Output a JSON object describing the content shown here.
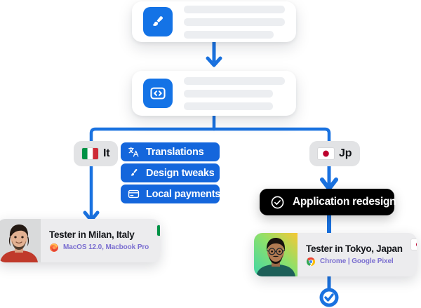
{
  "theme": {
    "accent_blue": "#1473e6",
    "wire_blue": "#1a72e0",
    "pill_blue": "#1466dc",
    "chip_grey": "#e2e3e5",
    "card_grey": "#ececee",
    "skeleton_grey": "#eceef1",
    "task_black": "#000000",
    "meta_purple": "#7b6fd0"
  },
  "flow": {
    "design_card": {
      "icon_name": "paintbrush-icon",
      "skeleton_rows": 3
    },
    "code_card": {
      "icon_name": "code-brackets-icon",
      "skeleton_rows": 3
    },
    "branches": [
      {
        "chip": {
          "code": "It",
          "flag": "flag-italy",
          "name": "locale-chip-italy"
        }
      },
      {
        "chip": {
          "code": "Jp",
          "flag": "flag-japan",
          "name": "locale-chip-japan"
        }
      }
    ],
    "tasks": [
      {
        "label": "Translations",
        "icon": "translate-icon"
      },
      {
        "label": "Design tweaks",
        "icon": "paintbrush-icon"
      },
      {
        "label": "Local payments",
        "icon": "credit-card-icon"
      }
    ],
    "highlight_task": {
      "label": "Application redesign",
      "icon": "check-circle-icon"
    },
    "testers": [
      {
        "title": "Tester in Milan, Italy",
        "device": "MacOS 12.0, Macbook Pro",
        "browser_icon": "firefox-icon",
        "flag": "flag-italy",
        "name": "tester-card-milan"
      },
      {
        "title": "Tester in Tokyo, Japan",
        "device": "Chrome | Google Pixel",
        "browser_icon": "chrome-icon",
        "flag": "flag-japan",
        "name": "tester-card-tokyo"
      }
    ],
    "end_node": {
      "icon": "check-circle-icon",
      "name": "flow-end-node"
    }
  }
}
